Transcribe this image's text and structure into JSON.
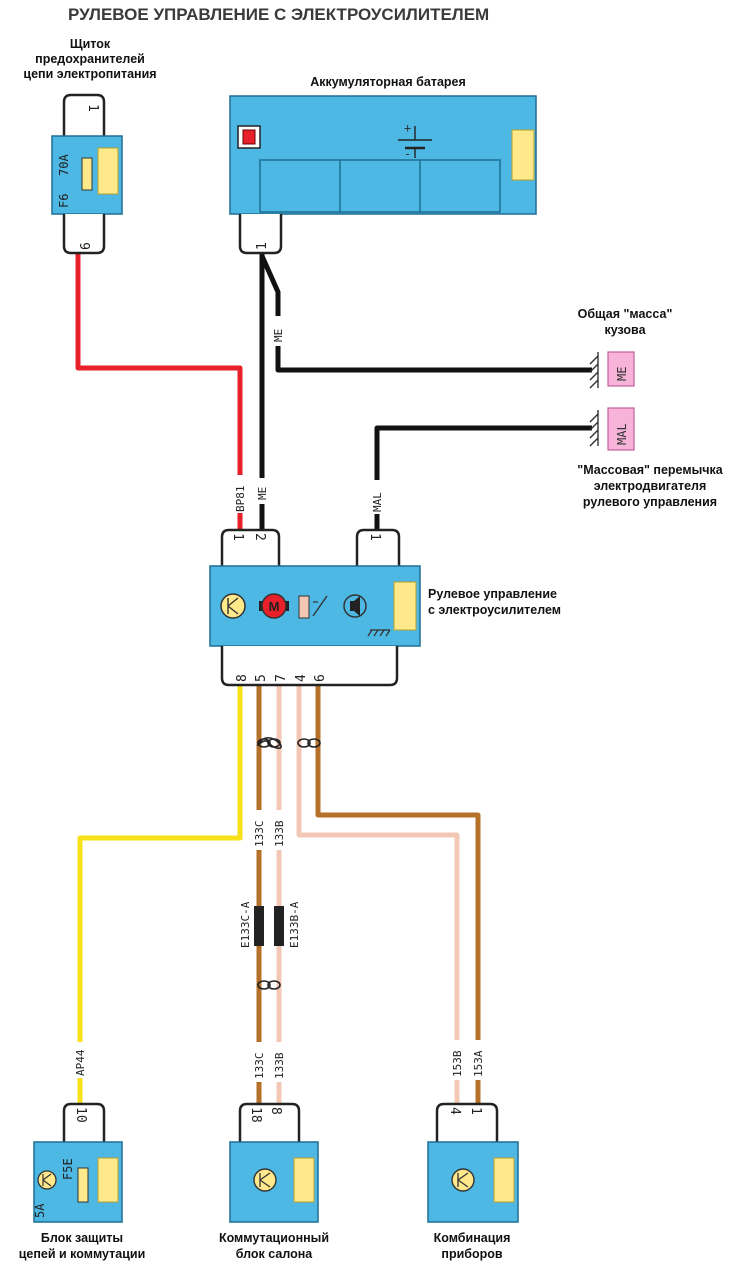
{
  "title": "РУЛЕВОЕ УПРАВЛЕНИЕ С ЭЛЕКТРОУСИЛИТЕЛЕМ",
  "colors": {
    "unit_box": "#4cb8e3",
    "wire_red": "#e8202a",
    "wire_black": "#111111",
    "wire_yellow": "#f7e11a",
    "wire_brown": "#b5702a",
    "wire_pink": "#f2c8b4",
    "ground_pad": "#f7b4d8"
  },
  "components": {
    "fuse_panel": {
      "caption": [
        "Щиток",
        "предохранителей",
        "цепи электропитания"
      ],
      "fuse_label": "F6",
      "fuse_rating": "70A",
      "pin_top": "1",
      "pin_bottom": "6"
    },
    "battery": {
      "caption": "Аккумуляторная батарея",
      "plus": "+",
      "minus": "-",
      "pin": "1"
    },
    "ground_body": {
      "caption": [
        "Общая \"масса\"",
        "кузова"
      ],
      "code": "ME"
    },
    "ground_motor": {
      "caption": [
        "\"Массовая\" перемычка",
        "электродвигателя",
        "рулевого управления"
      ],
      "code": "MAL"
    },
    "eps_unit": {
      "caption": [
        "Рулевое управление",
        "с электроусилителем"
      ],
      "top_pins_left": [
        "1",
        "2"
      ],
      "top_pins_right": [
        "1"
      ],
      "bottom_pins": [
        "8",
        "5",
        "7",
        "4",
        "6"
      ]
    },
    "protection_block": {
      "caption": [
        "Блок защиты",
        "цепей и коммутации"
      ],
      "pin": "10",
      "fuse_label": "F5E",
      "fuse_rating": "5A"
    },
    "cabin_unit": {
      "caption": [
        "Коммутационный",
        "блок салона"
      ],
      "pins": [
        "18",
        "8"
      ]
    },
    "instrument_cluster": {
      "caption": [
        "Комбинация",
        "приборов"
      ],
      "pins": [
        "4",
        "1"
      ]
    }
  },
  "wires": {
    "BP81": "BP81",
    "ME_upper": "ME",
    "ME_lower": "ME",
    "MAL": "MAL",
    "AP44": "AP44",
    "W133C_upper": "133C",
    "W133B_upper": "133B",
    "W133C_lower": "133C",
    "W133B_lower": "133B",
    "W153B": "153B",
    "W153A": "153A",
    "E133C": "E133C-A",
    "E133B": "E133B-A"
  }
}
